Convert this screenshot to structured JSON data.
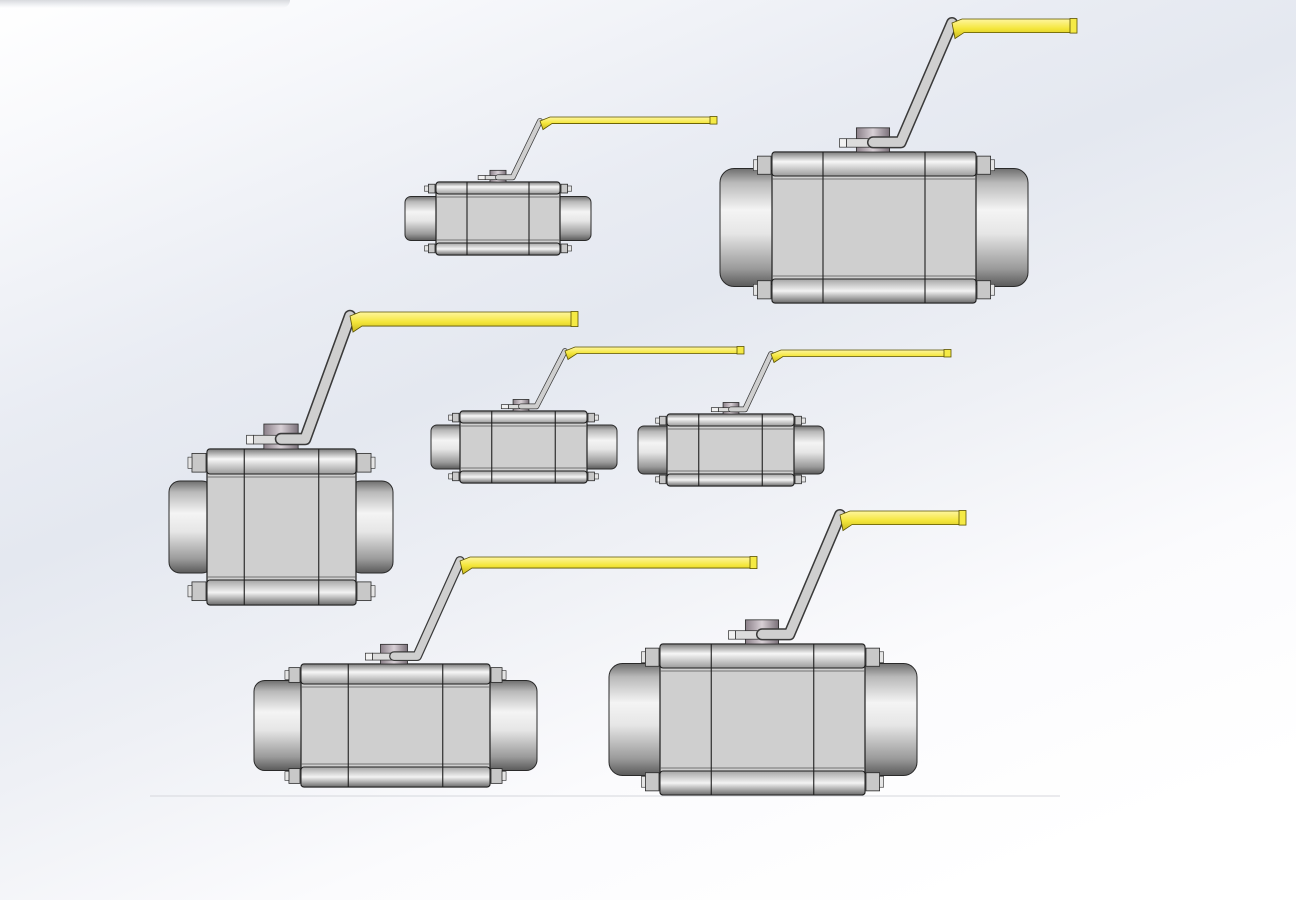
{
  "scene": {
    "background_top": "#ffffff",
    "background_mid": "#e4e8f0",
    "handle_color": "#f5ea45",
    "body_color": "#cfcfcf"
  },
  "valves": [
    {
      "id": "valve-1"
    },
    {
      "id": "valve-2"
    },
    {
      "id": "valve-3"
    },
    {
      "id": "valve-4"
    },
    {
      "id": "valve-5"
    },
    {
      "id": "valve-6"
    },
    {
      "id": "valve-7"
    }
  ]
}
